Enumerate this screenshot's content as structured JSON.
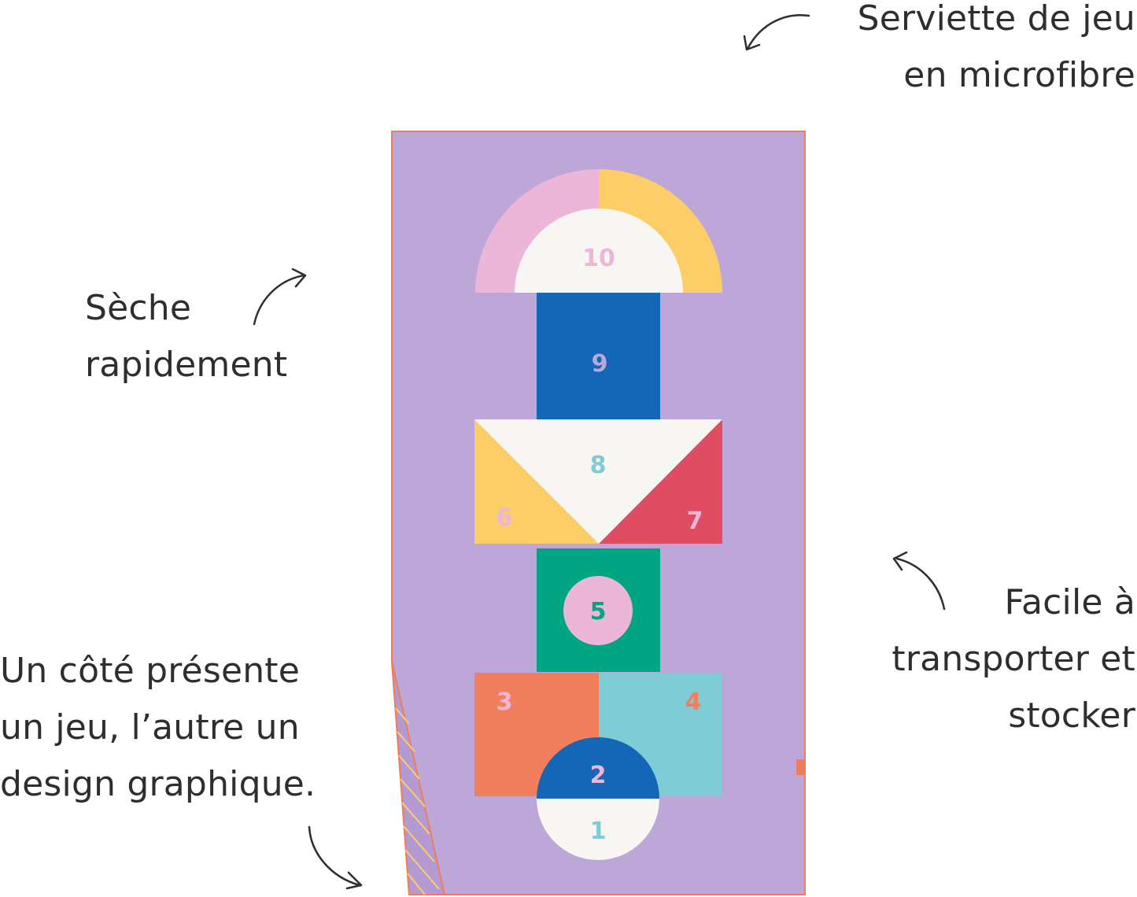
{
  "captions": {
    "microfiber": [
      "Serviette de jeu",
      "en microfibre"
    ],
    "quick_dry": [
      "Sèche",
      "rapidement"
    ],
    "easy_carry": [
      "Facile à",
      "transporter et",
      "stocker"
    ],
    "two_sides": [
      "Un côté présente",
      "un jeu, l’autre un",
      "design graphique."
    ]
  },
  "hopscotch": {
    "numbers": [
      "1",
      "2",
      "3",
      "4",
      "5",
      "6",
      "7",
      "8",
      "9",
      "10"
    ]
  },
  "colors": {
    "towel": "#bca7d8",
    "border": "#ee7d5a",
    "pink": "#ecb6d8",
    "yellow": "#fdcd68",
    "white": "#f7f6f3",
    "blue": "#1467b6",
    "green": "#02a583",
    "red": "#e04d62",
    "orange": "#f17f5e",
    "teal": "#7fccd6",
    "text": "#2e2e2e"
  },
  "icons": [
    "curved-arrow-icon"
  ]
}
